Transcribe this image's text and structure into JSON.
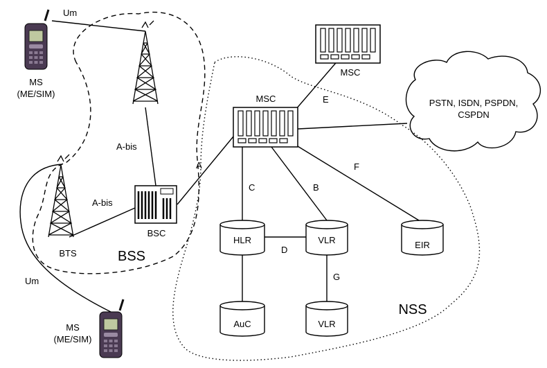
{
  "labels": {
    "um_top": "Um",
    "um_bottom": "Um",
    "ms_top_1": "MS",
    "ms_top_2": "(ME/SIM)",
    "ms_bottom_1": "MS",
    "ms_bottom_2": "(ME/SIM)",
    "abis_top": "A-bis",
    "abis_bottom": "A-bis",
    "a": "A",
    "bts": "BTS",
    "bsc": "BSC",
    "bss": "BSS",
    "msc_main": "MSC",
    "msc_remote": "MSC",
    "e": "E",
    "network_1": "PSTN, ISDN, PSPDN,",
    "network_2": "CSPDN",
    "c": "C",
    "b": "B",
    "f": "F",
    "d": "D",
    "g": "G",
    "hlr": "HLR",
    "vlr_top": "VLR",
    "vlr_bottom": "VLR",
    "eir": "EIR",
    "auc": "AuC",
    "nss": "NSS"
  },
  "icons": [
    "mobile-phone-icon",
    "antenna-tower-icon",
    "bsc-cabinet-icon",
    "msc-rack-icon",
    "database-cylinder-icon",
    "cloud-icon"
  ]
}
